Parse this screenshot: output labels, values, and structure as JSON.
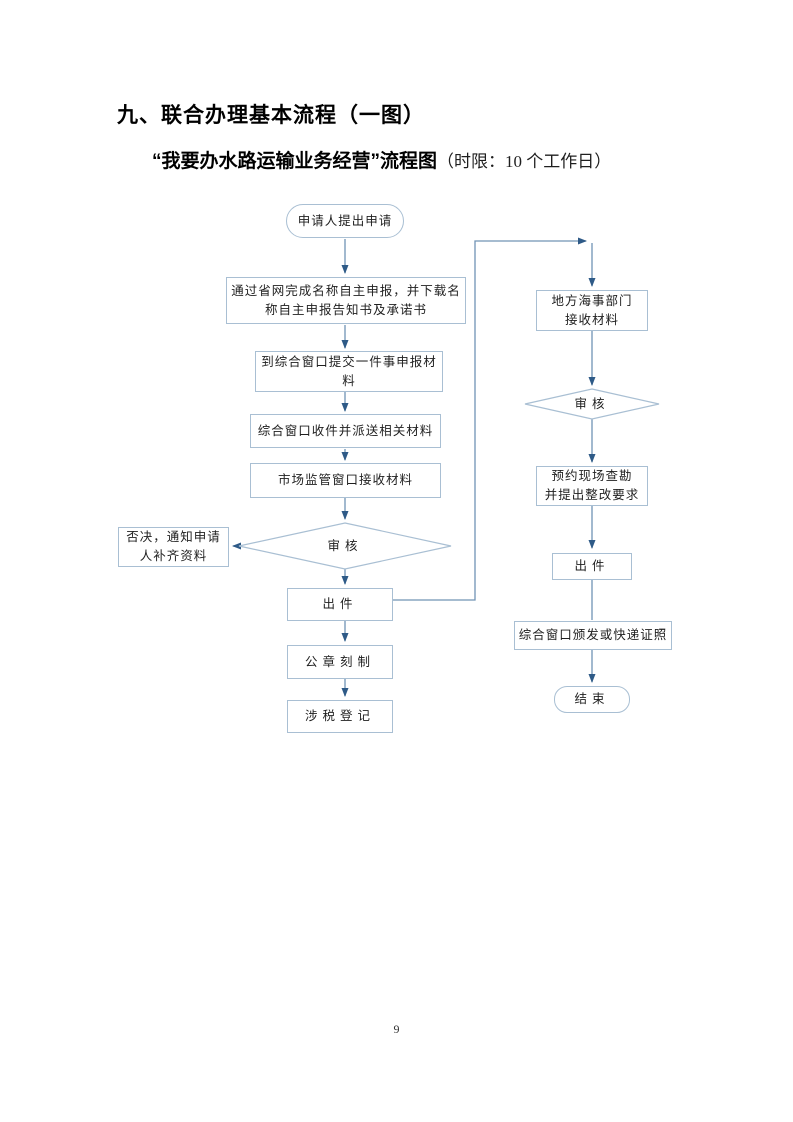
{
  "page": {
    "heading": "九、联合办理基本流程（一图）",
    "subtitle": {
      "main": "“我要办水路运输业务经营”流程图",
      "note": "（时限：10 个工作日）"
    },
    "page_number": "9"
  },
  "colors": {
    "connector_line": "#7193b5",
    "arrowhead": "#2e5a87",
    "shape_border": "#a9bfd3",
    "shape_fill": "#ffffff",
    "text": "#1f1f1f"
  },
  "flowchart": {
    "nodes": {
      "start": {
        "label": "申请人提出申请"
      },
      "step_self_declare": {
        "label": "通过省网完成名称自主申报，并下载名\n称自主申报告知书及承诺书"
      },
      "step_submit": {
        "label": "到综合窗口提交一件事申报材\n料"
      },
      "step_receive_dispatch": {
        "label": "综合窗口收件并派送相关材料"
      },
      "step_market_window": {
        "label": "市场监管窗口接收材料"
      },
      "decision_review_left": {
        "label": "审核"
      },
      "reject_notice": {
        "label": "否决，通知申请\n人补齐资料"
      },
      "issue_left": {
        "label": "出件"
      },
      "seal_making": {
        "label": "公章刻制"
      },
      "tax_registration": {
        "label": "涉税登记"
      },
      "maritime_receive": {
        "label": "地方海事部门\n接收材料"
      },
      "decision_review_right": {
        "label": "审核"
      },
      "site_survey": {
        "label": "预约现场查勘\n并提出整改要求"
      },
      "issue_right": {
        "label": "出件"
      },
      "license_delivery": {
        "label": "综合窗口颁发或快递证照"
      },
      "end": {
        "label": "结束"
      }
    }
  }
}
